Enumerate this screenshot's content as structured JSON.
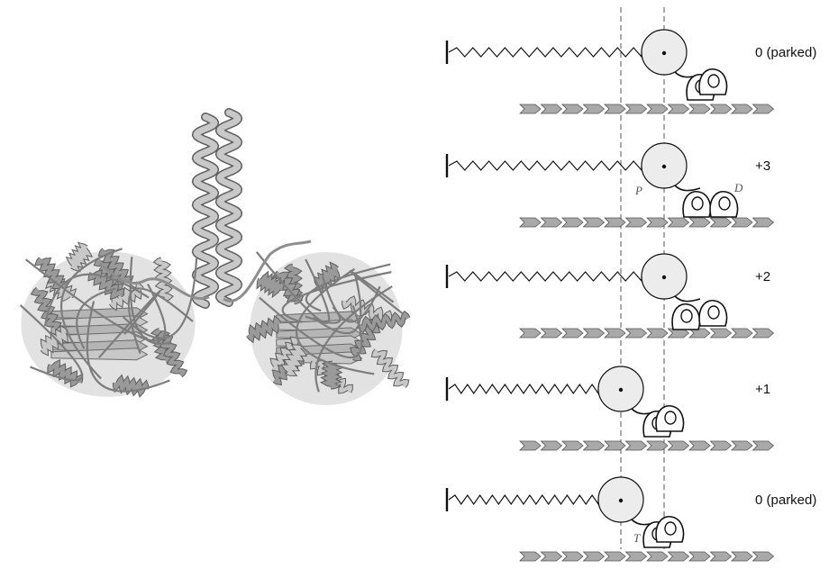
{
  "figure": {
    "left_panel": {
      "subject": "kinesin-dimer-ribbon-structure"
    },
    "right_panel": {
      "states": [
        {
          "id": "state-1",
          "label": "0 (parked)",
          "loose_nucleotides": []
        },
        {
          "id": "state-2",
          "label": "+3",
          "loose_nucleotides": [
            "P",
            "D"
          ]
        },
        {
          "id": "state-3",
          "label": "+2",
          "loose_nucleotides": []
        },
        {
          "id": "state-4",
          "label": "+1",
          "loose_nucleotides": []
        },
        {
          "id": "state-5",
          "label": "0 (parked)",
          "loose_nucleotides": [
            "T"
          ]
        }
      ]
    }
  },
  "colors": {
    "ribbon_light": "#c8c8c8",
    "ribbon_mid": "#9a9a9a",
    "ribbon_dark": "#5e5e5e",
    "microtubule": "#a9a9a9",
    "bead_fill": "#ececec",
    "ink": "#111111"
  }
}
